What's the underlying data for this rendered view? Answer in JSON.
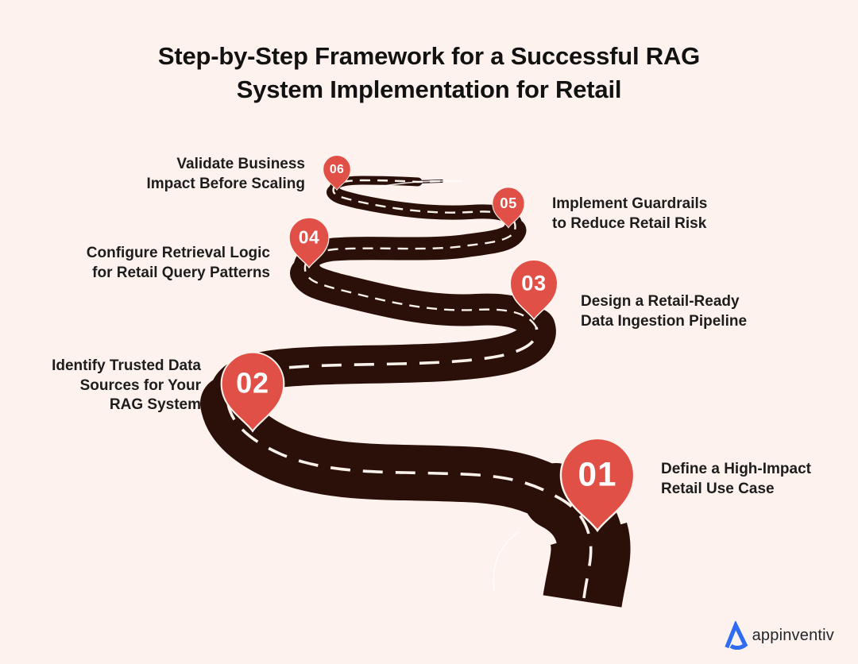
{
  "title": {
    "lines": [
      "Step-by-Step Framework for a Successful RAG",
      "System Implementation for Retail"
    ]
  },
  "steps": [
    {
      "number": "01",
      "label_lines": [
        "Define a High-Impact",
        "Retail Use Case"
      ],
      "label_side": "right"
    },
    {
      "number": "02",
      "label_lines": [
        "Identify Trusted Data",
        "Sources for Your",
        "RAG System"
      ],
      "label_side": "left"
    },
    {
      "number": "03",
      "label_lines": [
        "Design a Retail-Ready",
        "Data Ingestion Pipeline"
      ],
      "label_side": "right"
    },
    {
      "number": "04",
      "label_lines": [
        "Configure Retrieval Logic",
        "for Retail Query Patterns"
      ],
      "label_side": "left"
    },
    {
      "number": "05",
      "label_lines": [
        "Implement Guardrails",
        "to Reduce Retail Risk"
      ],
      "label_side": "right"
    },
    {
      "number": "06",
      "label_lines": [
        "Validate Business",
        "Impact Before Scaling"
      ],
      "label_side": "left"
    }
  ],
  "logo": {
    "brand": "appinventiv"
  },
  "colors": {
    "background": "#fdf2ee",
    "road": "#2b1009",
    "pin_red": "#e05047",
    "pin_number": "#ffffff",
    "text": "#1d1d1d",
    "logo_blue": "#2e6cf3",
    "dash": "#f8f1ec"
  }
}
